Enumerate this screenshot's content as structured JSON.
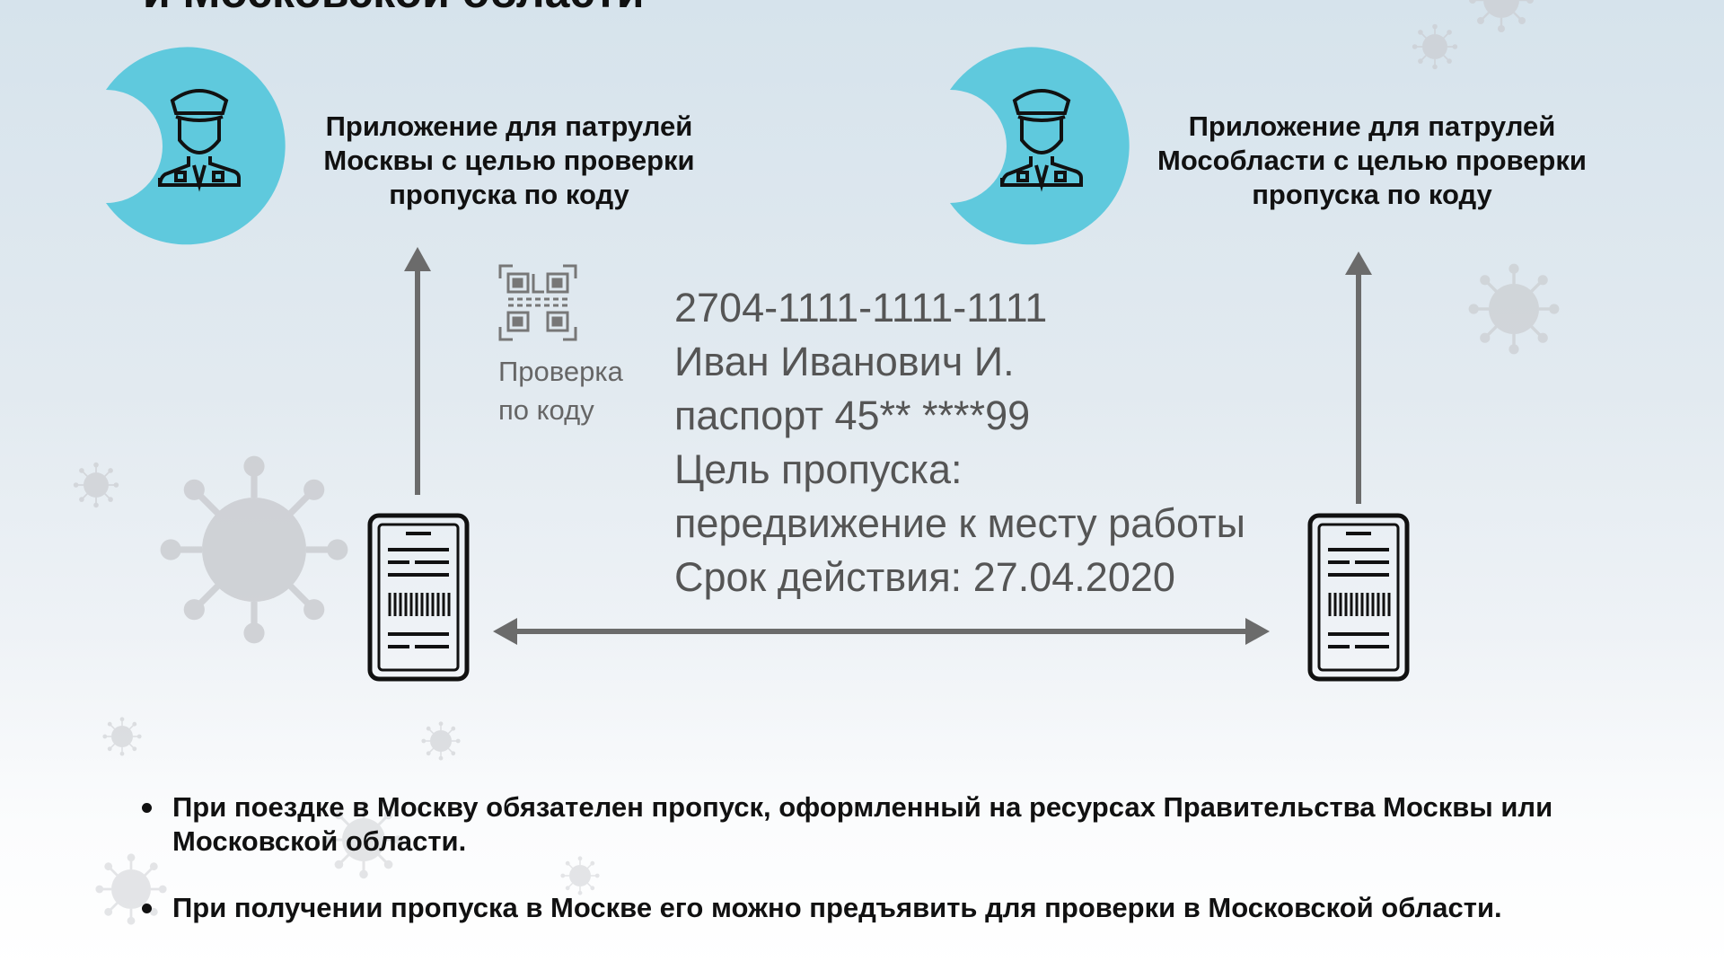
{
  "header": {
    "title": "и Московской области"
  },
  "left_patrol": {
    "lines": [
      "Приложение для патрулей",
      "Москвы с целью проверки",
      "пропуска по коду"
    ]
  },
  "right_patrol": {
    "lines": [
      "Приложение для патрулей",
      "Мособласти с целью проверки",
      "пропуска по коду"
    ]
  },
  "qr_check": {
    "lines": [
      "Проверка",
      "по коду"
    ]
  },
  "pass_info": {
    "lines": [
      "2704-1111-1111-1111",
      "Иван Иванович И.",
      "паспорт 45** ****99",
      "Цель пропуска:",
      "передвижение к месту работы",
      "Срок действия: 27.04.2020"
    ]
  },
  "bullets": [
    "При поездке в Москву обязателен пропуск, оформленный на ресурсах Правительства Москвы или Московской области.",
    "При получении пропуска в Москве его можно предъявить для проверки в Московской области."
  ],
  "colors": {
    "accent": "#5fc9dd",
    "arrow": "#6b6b6b",
    "virus": "#c8c9cc"
  }
}
